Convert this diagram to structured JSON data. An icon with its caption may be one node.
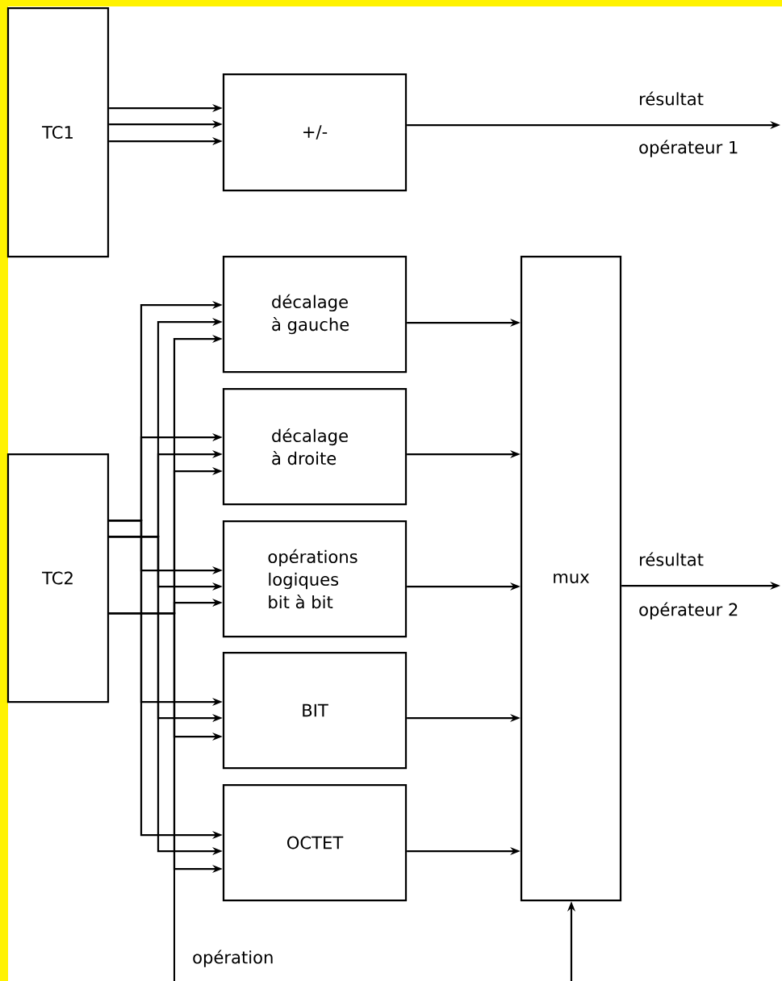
{
  "diagram": {
    "nodes": [
      {
        "text": [
          "TC1"
        ]
      },
      {
        "text": [
          "+/-"
        ]
      },
      {
        "text": [
          "TC2"
        ]
      },
      {
        "text": [
          "décalage à gauche"
        ]
      },
      {
        "text": [
          "décalage à droite"
        ]
      },
      {
        "text": [
          "opérations logiques bit à bit"
        ]
      },
      {
        "text": [
          "BIT"
        ]
      },
      {
        "text": [
          "OCTET"
        ]
      },
      {
        "text": [
          "mux"
        ]
      }
    ],
    "edges": [
      {
        "from": 0,
        "to": 1,
        "arrow": "to"
      },
      {
        "from": 0,
        "to": 1,
        "arrow": "to"
      },
      {
        "from": 0,
        "to": 1,
        "arrow": "to"
      },
      {
        "from": 1,
        "to": null,
        "arrow": "to"
      },
      {
        "from": 2,
        "to": 3,
        "arrow": "to"
      },
      {
        "from": 2,
        "to": 3,
        "arrow": "to"
      },
      {
        "from": 2,
        "to": 3,
        "arrow": "to"
      },
      {
        "from": 2,
        "to": 4,
        "arrow": "to"
      },
      {
        "from": 2,
        "to": 4,
        "arrow": "to"
      },
      {
        "from": 2,
        "to": 4,
        "arrow": "to"
      },
      {
        "from": 2,
        "to": 5,
        "arrow": "to"
      },
      {
        "from": 2,
        "to": 5,
        "arrow": "to"
      },
      {
        "from": 2,
        "to": 5,
        "arrow": "to"
      },
      {
        "from": 2,
        "to": 6,
        "arrow": "to"
      },
      {
        "from": 2,
        "to": 6,
        "arrow": "to"
      },
      {
        "from": 2,
        "to": 6,
        "arrow": "to"
      },
      {
        "from": 2,
        "to": 7,
        "arrow": "to"
      },
      {
        "from": 2,
        "to": 7,
        "arrow": "to"
      },
      {
        "from": 2,
        "to": 7,
        "arrow": "to"
      },
      {
        "from": 3,
        "to": 8,
        "arrow": "to"
      },
      {
        "from": 4,
        "to": 8,
        "arrow": "to"
      },
      {
        "from": 5,
        "to": 8,
        "arrow": "to"
      },
      {
        "from": 6,
        "to": 8,
        "arrow": "to"
      },
      {
        "from": 7,
        "to": 8,
        "arrow": "to"
      },
      {
        "from": 8,
        "to": null,
        "arrow": "to"
      },
      {
        "from": null,
        "to": 8,
        "arrow": "to"
      }
    ],
    "labels": [
      "résultat",
      "opérateur 1",
      "résultat",
      "opérateur 2",
      "opération"
    ]
  }
}
